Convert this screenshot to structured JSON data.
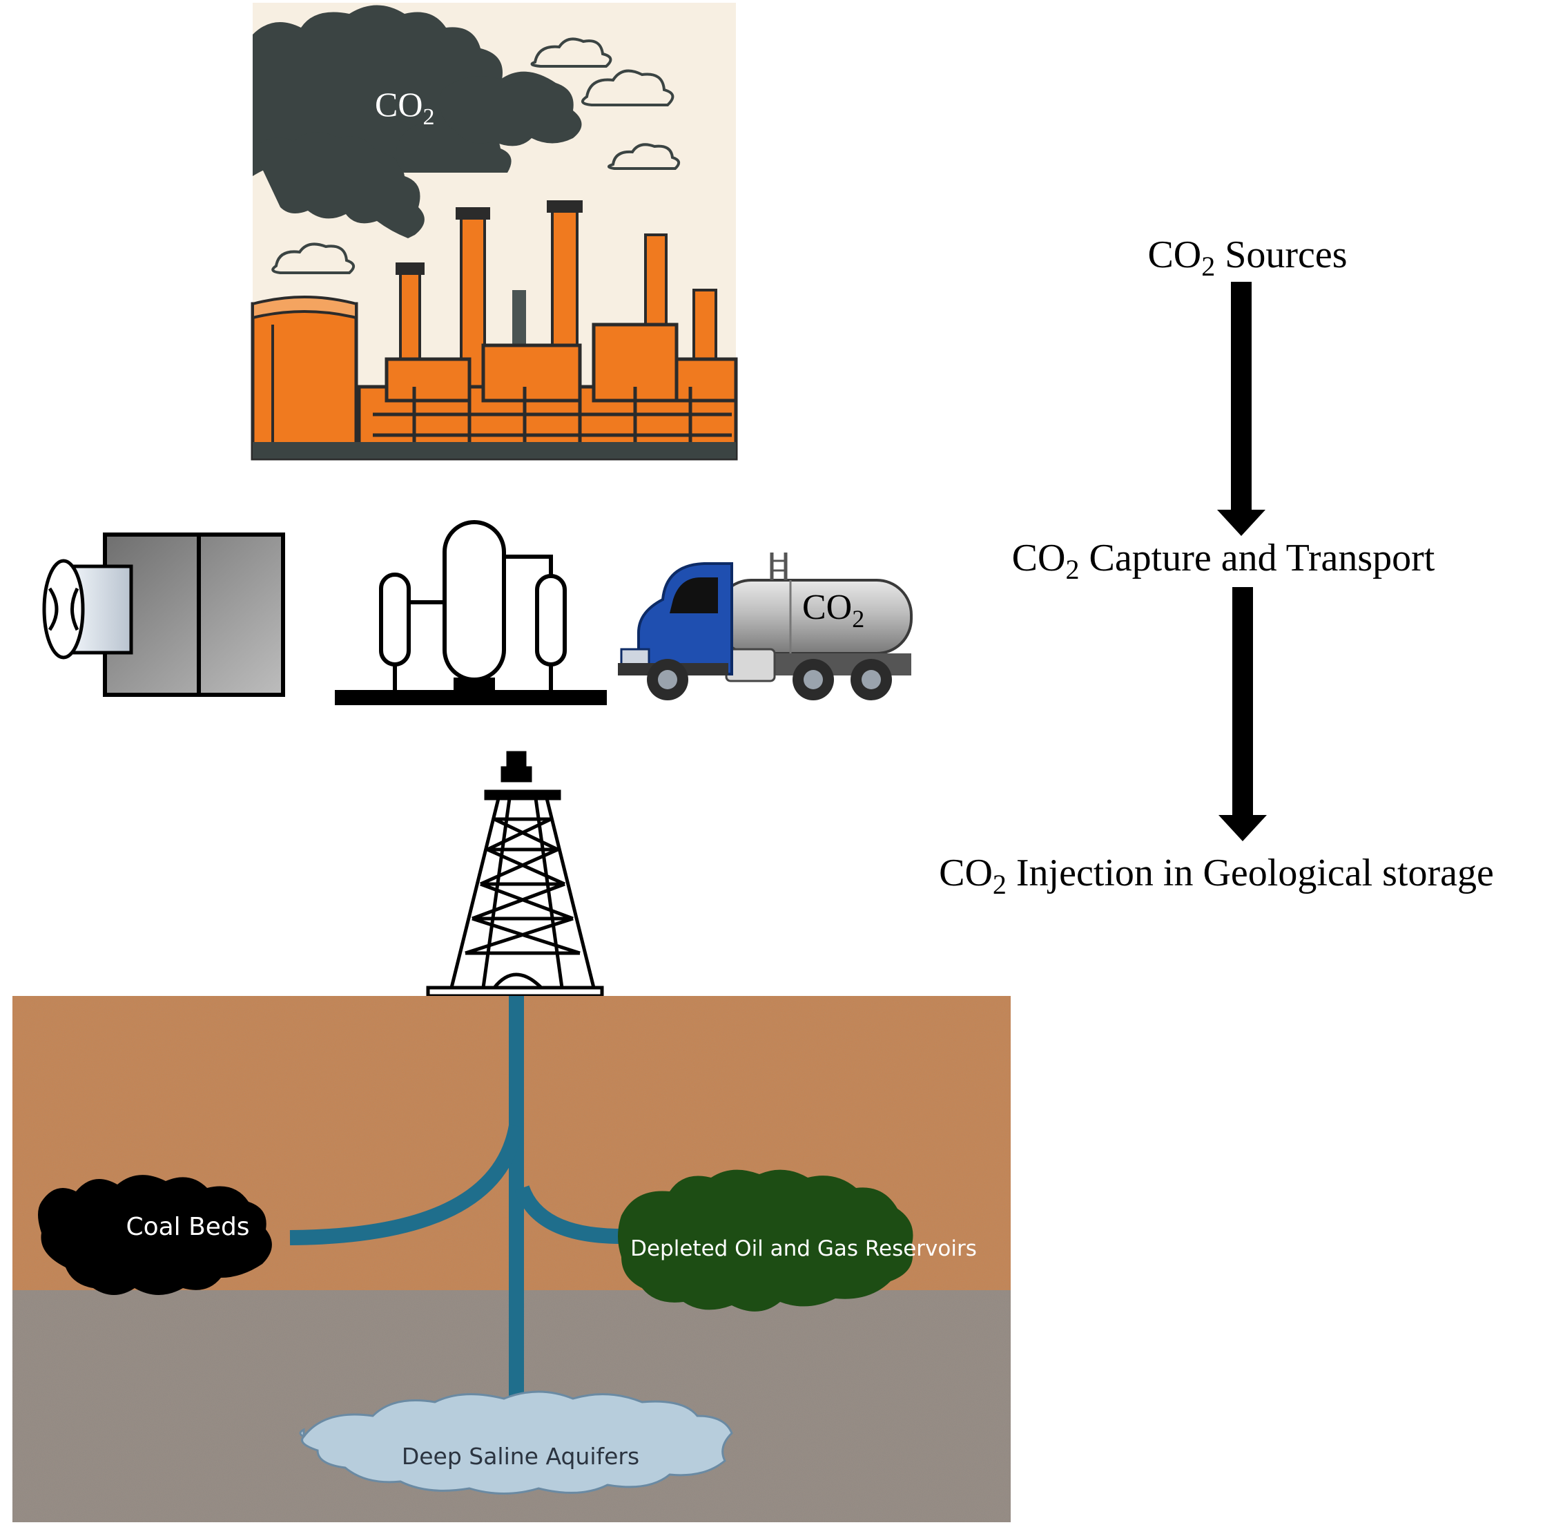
{
  "factory": {
    "label_main": "CO",
    "label_sub": "2"
  },
  "truck": {
    "label_main": "CO",
    "label_sub": "2"
  },
  "flow": {
    "step1": {
      "main": "CO",
      "sub": "2",
      "rest": " Sources"
    },
    "step2": {
      "main": "CO",
      "sub": "2",
      "rest": " Capture and Transport"
    },
    "step3": {
      "main": "CO",
      "sub": "2",
      "rest": " Injection in Geological storage"
    }
  },
  "storage": {
    "coal": "Coal Beds",
    "reservoirs": "Depleted Oil and Gas Reservoirs",
    "aquifers": "Deep Saline Aquifers"
  },
  "colors": {
    "smoke": "#3b4443",
    "orange": "#f07a1f",
    "pipe_blue": "#1f6e8c",
    "truck_blue": "#1f4fb0",
    "soil_top": "#c68352",
    "soil_bottom": "#9a8f86",
    "reservoir_green": "#1d4d14",
    "aquifer": "#b7cddc"
  }
}
